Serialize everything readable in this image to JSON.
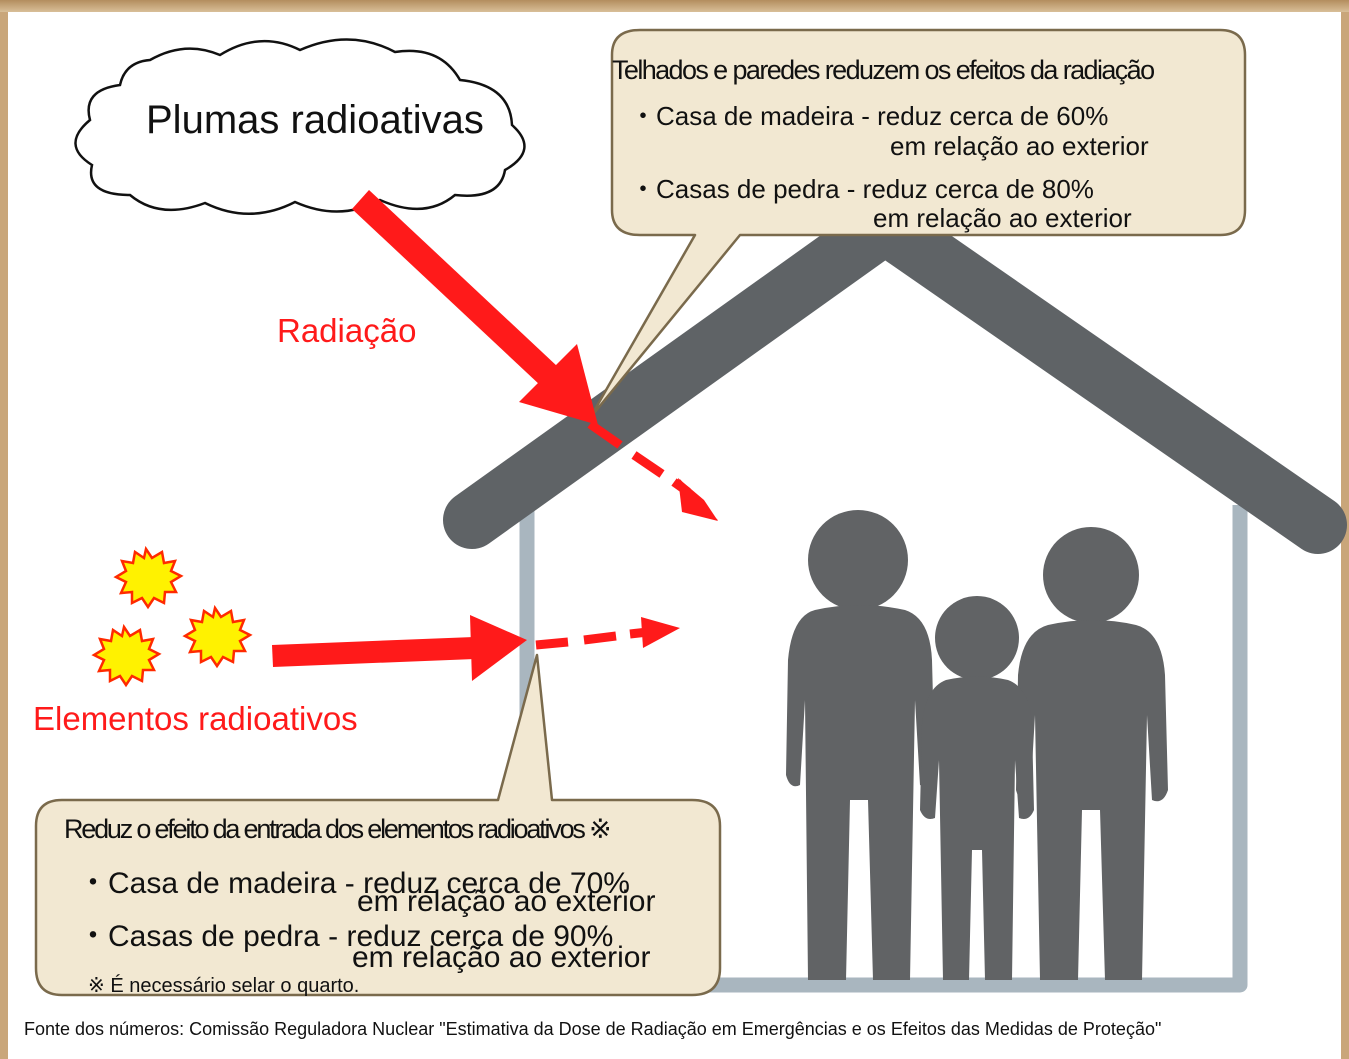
{
  "cloud": {
    "label": "Plumas radioativas"
  },
  "labels": {
    "radiation": "Radiação",
    "elements": "Elementos radioativos"
  },
  "callout_roof": {
    "title": "Telhados e paredes reduzem os efeitos da radiação",
    "lines": [
      "・Casa de madeira - reduz cerca de 60%",
      "em relação ao exterior",
      "・Casas de pedra - reduz cerca de 80%",
      "em relação ao exterior"
    ]
  },
  "callout_entry": {
    "title": "Reduz o efeito da entrada dos elementos radioativos ※",
    "lines": [
      "・Casa de madeira - reduz cerca de 70%",
      "em relação ao exterior",
      "・Casas de pedra - reduz cerca de 90%",
      "em relação ao exterior"
    ],
    "note": "※ É necessário selar o quarto."
  },
  "source": "Fonte dos números: Comissão Reguladora Nuclear \"Estimativa da Dose de Radiação em Emergências e os Efeitos das Medidas de Proteção\"",
  "colors": {
    "arrow_red": "#ff1a1a",
    "roof_gray": "#5f6366",
    "wall_blue_gray": "#a9b6bf",
    "person_gray": "#616365",
    "callout_fill": "#f2e8d2",
    "callout_stroke": "#7a6a4c",
    "burst_fill": "#fff200",
    "burst_stroke": "#ff2a00"
  }
}
